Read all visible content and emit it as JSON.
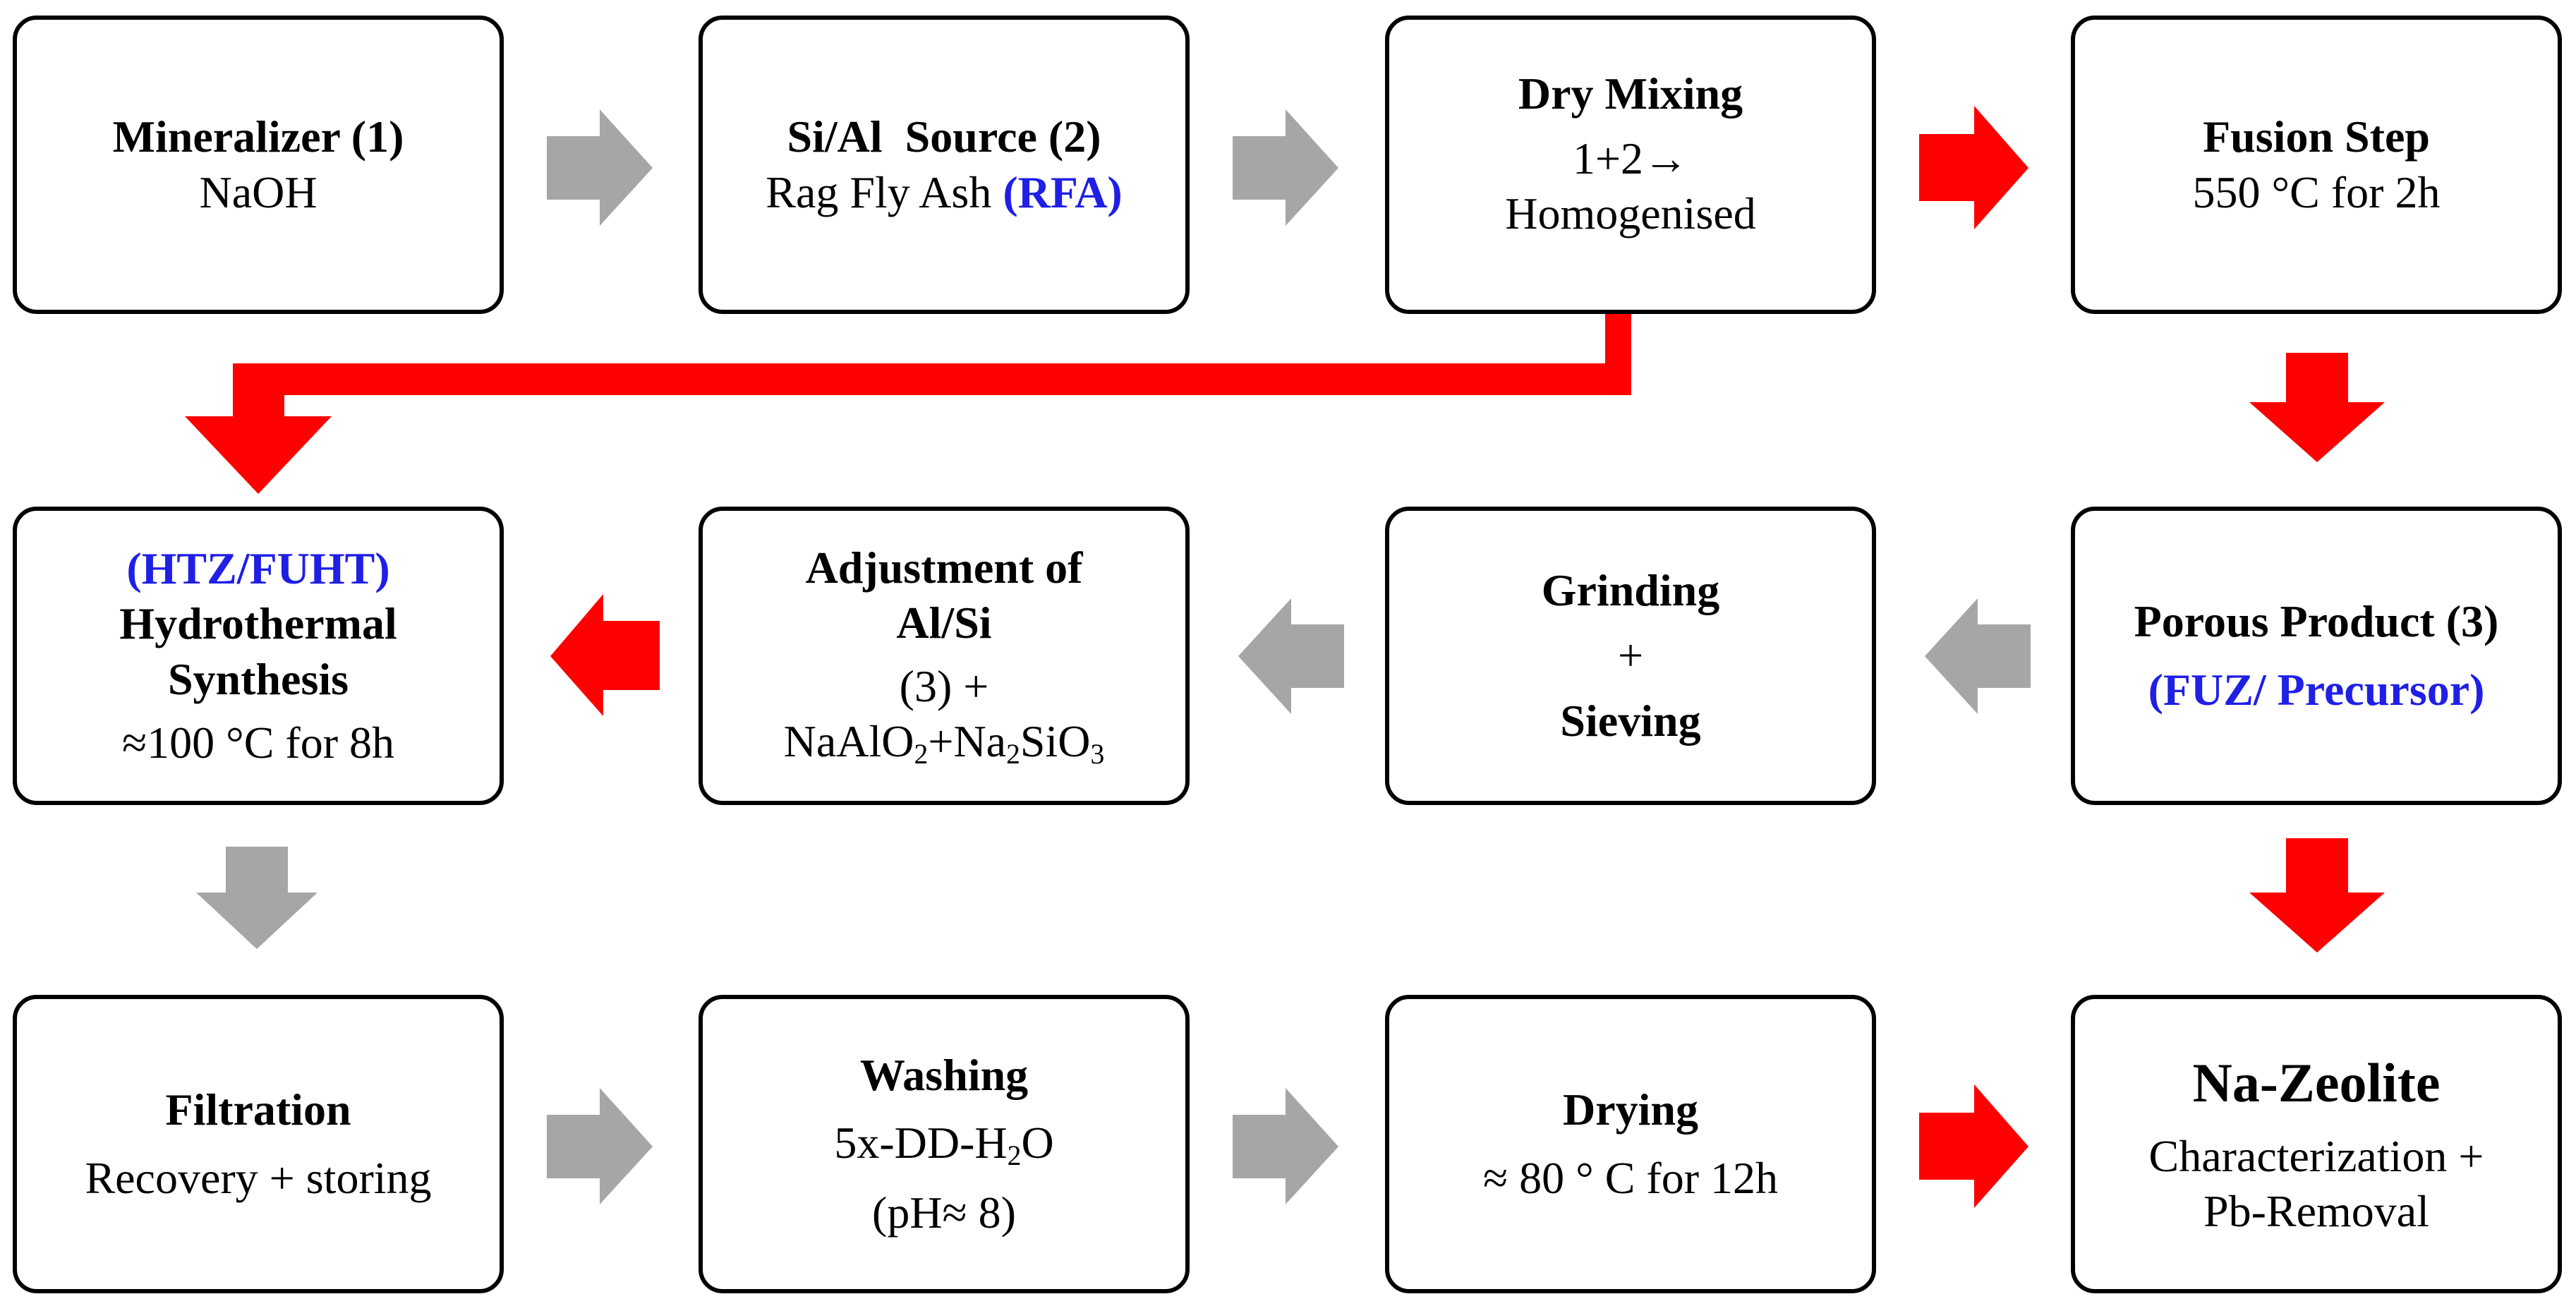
{
  "steps": {
    "mineralizer": {
      "title": "Mineralizer (1)",
      "detail": "NaOH"
    },
    "source": {
      "title": "Si/Al  Source (2)",
      "detail_prefix": "Rag Fly Ash ",
      "detail_tag": "(RFA)"
    },
    "dry_mixing": {
      "title": "Dry Mixing",
      "line1": "1+2→",
      "line2": "Homogenised"
    },
    "fusion": {
      "title": "Fusion Step",
      "detail": "550 °C for 2h"
    },
    "hydrothermal": {
      "tag": "(HTZ/FUHT)",
      "title_line1": "Hydrothermal",
      "title_line2": "Synthesis",
      "detail": "≈100 °C for 8h"
    },
    "adjustment": {
      "title_line1": "Adjustment of",
      "title_line2": "Al/Si",
      "line1": "(3) +",
      "formula_a": "NaAlO",
      "formula_a_sub": "2",
      "formula_plus": "+Na",
      "formula_b_sub": "2",
      "formula_b": "SiO",
      "formula_b_sub2": "3"
    },
    "grinding": {
      "line1": "Grinding",
      "plus": "+",
      "line2": "Sieving"
    },
    "porous": {
      "title": "Porous Product (3)",
      "tag": "(FUZ/ Precursor)"
    },
    "filtration": {
      "title": "Filtration",
      "detail": "Recovery + storing"
    },
    "washing": {
      "title": "Washing",
      "detail_prefix": "5x-DD-H",
      "detail_sub": "2",
      "detail_suffix": "O",
      "ph": "(pH≈ 8)"
    },
    "drying": {
      "title": "Drying",
      "detail": "≈ 80 ° C for 12h"
    },
    "zeolite": {
      "title": "Na-Zeolite",
      "line1": "Characterization +",
      "line2": "Pb-Removal"
    }
  },
  "colors": {
    "main_flow": "#ff0000",
    "secondary_flow": "#a6a6a6",
    "highlight_text": "#1f1fe6"
  }
}
